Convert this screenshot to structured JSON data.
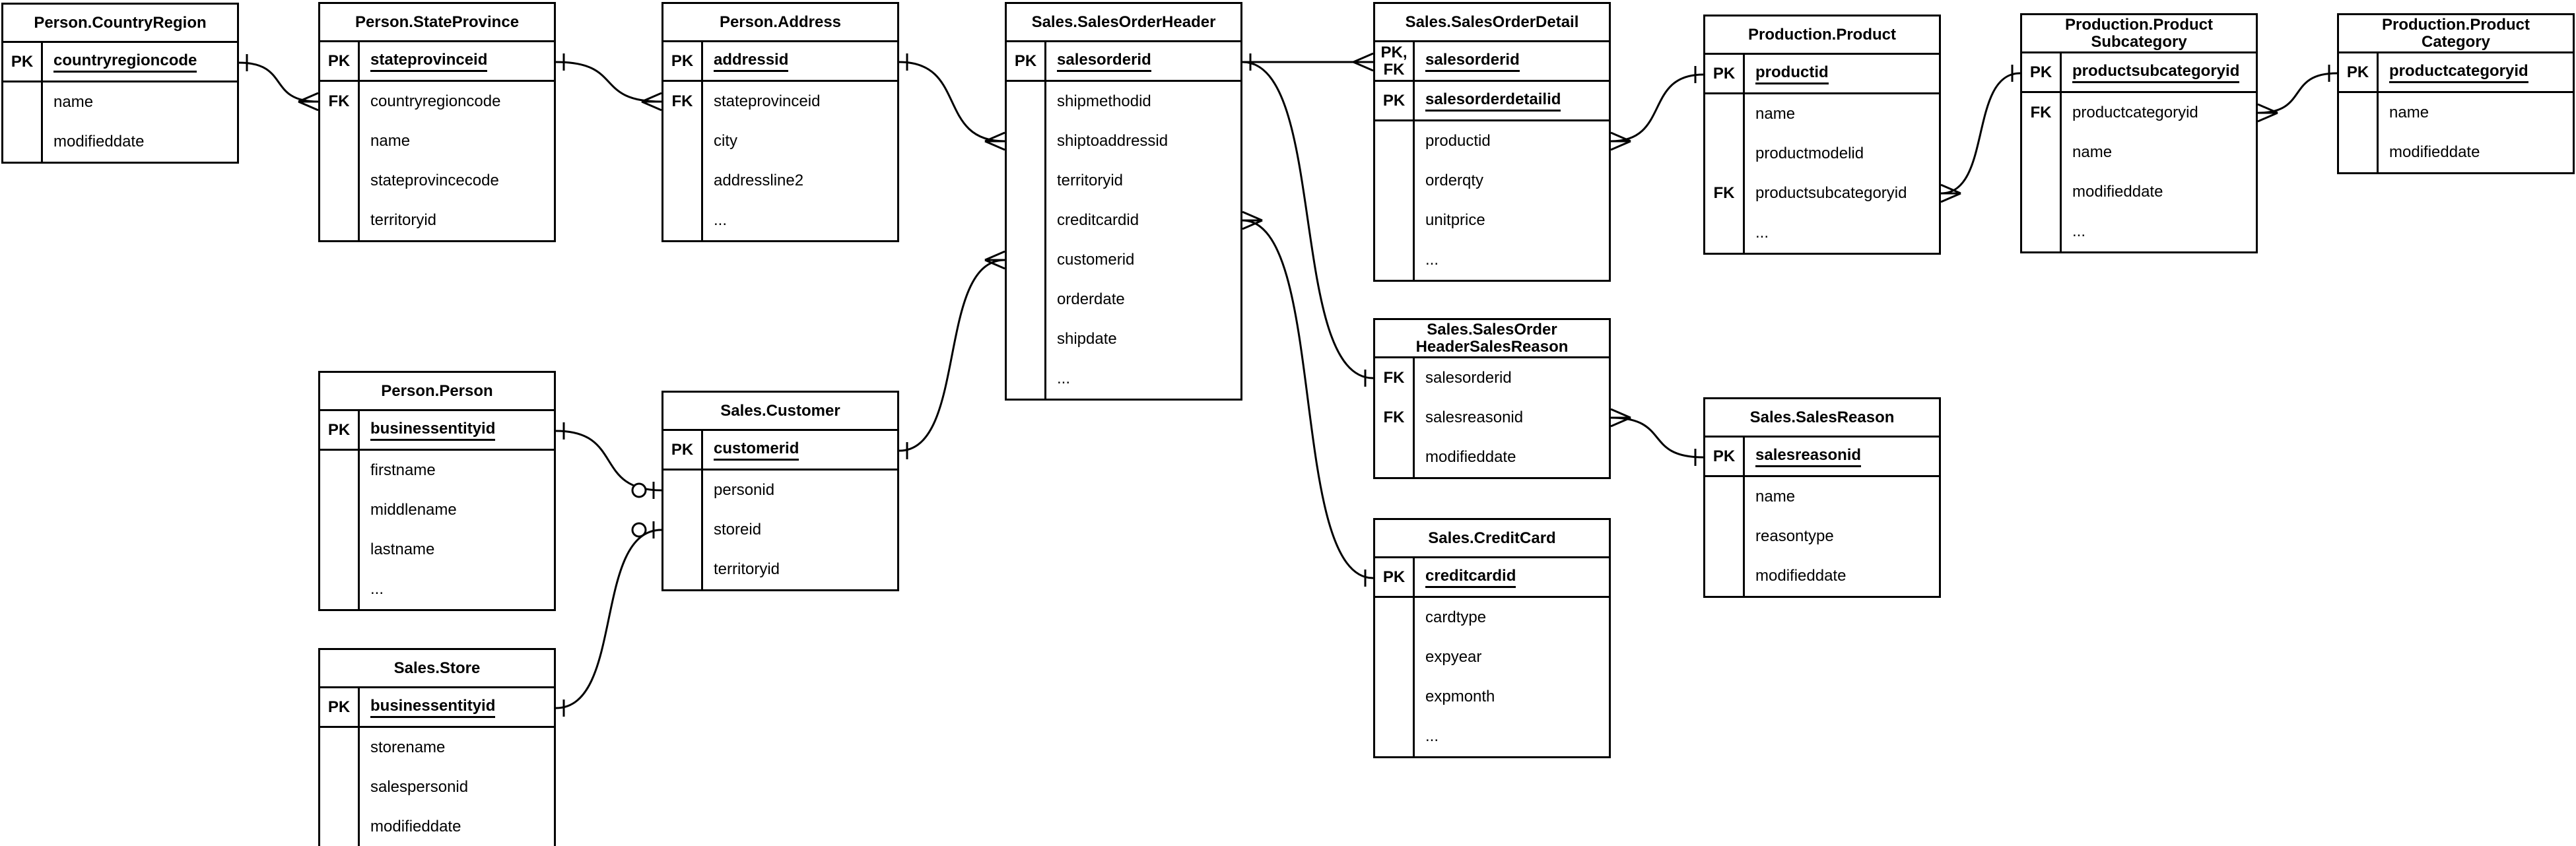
{
  "canvas": {
    "background_color": "#ffffff",
    "line_color": "#000000",
    "text_color": "#000000"
  },
  "diagram": {
    "tables": [
      {
        "id": "countryregion",
        "title": "Person.CountryRegion",
        "rows": [
          {
            "key": "PK",
            "name": "countryregioncode",
            "pk": true
          },
          {
            "key": "",
            "name": "name"
          },
          {
            "key": "",
            "name": "modifieddate"
          }
        ]
      },
      {
        "id": "stateprovince",
        "title": "Person.StateProvince",
        "rows": [
          {
            "key": "PK",
            "name": "stateprovinceid",
            "pk": true
          },
          {
            "key": "FK",
            "name": "countryregioncode"
          },
          {
            "key": "",
            "name": "name"
          },
          {
            "key": "",
            "name": "stateprovincecode"
          },
          {
            "key": "",
            "name": "territoryid"
          }
        ]
      },
      {
        "id": "address",
        "title": "Person.Address",
        "rows": [
          {
            "key": "PK",
            "name": "addressid",
            "pk": true
          },
          {
            "key": "FK",
            "name": "stateprovinceid"
          },
          {
            "key": "",
            "name": "city"
          },
          {
            "key": "",
            "name": "addressline2"
          },
          {
            "key": "",
            "name": "..."
          }
        ]
      },
      {
        "id": "salesorderheader",
        "title": "Sales.SalesOrderHeader",
        "rows": [
          {
            "key": "PK",
            "name": "salesorderid",
            "pk": true
          },
          {
            "key": "",
            "name": "shipmethodid"
          },
          {
            "key": "",
            "name": "shiptoaddressid"
          },
          {
            "key": "",
            "name": "territoryid"
          },
          {
            "key": "",
            "name": "creditcardid"
          },
          {
            "key": "",
            "name": "customerid"
          },
          {
            "key": "",
            "name": "orderdate"
          },
          {
            "key": "",
            "name": "shipdate"
          },
          {
            "key": "",
            "name": "..."
          }
        ]
      },
      {
        "id": "salesorderdetail",
        "title": "Sales.SalesOrderDetail",
        "rows": [
          {
            "key": "PK,\nFK",
            "name": "salesorderid",
            "pk": true
          },
          {
            "key": "PK",
            "name": "salesorderdetailid",
            "pk": true
          },
          {
            "key": "",
            "name": "productid"
          },
          {
            "key": "",
            "name": "orderqty"
          },
          {
            "key": "",
            "name": "unitprice"
          },
          {
            "key": "",
            "name": "..."
          }
        ]
      },
      {
        "id": "product",
        "title": "Production.Product",
        "rows": [
          {
            "key": "PK",
            "name": "productid",
            "pk": true
          },
          {
            "key": "",
            "name": "name"
          },
          {
            "key": "",
            "name": "productmodelid"
          },
          {
            "key": "FK",
            "name": "productsubcategoryid"
          },
          {
            "key": "",
            "name": "..."
          }
        ]
      },
      {
        "id": "productsubcategory",
        "title": "Production.Product\nSubcategory",
        "rows": [
          {
            "key": "PK",
            "name": "productsubcategoryid",
            "pk": true
          },
          {
            "key": "FK",
            "name": "productcategoryid"
          },
          {
            "key": "",
            "name": "name"
          },
          {
            "key": "",
            "name": "modifieddate"
          },
          {
            "key": "",
            "name": "..."
          }
        ]
      },
      {
        "id": "productcategory",
        "title": "Production.Product\nCategory",
        "rows": [
          {
            "key": "PK",
            "name": "productcategoryid",
            "pk": true
          },
          {
            "key": "",
            "name": "name"
          },
          {
            "key": "",
            "name": "modifieddate"
          }
        ]
      },
      {
        "id": "salesorderheadersalesreason",
        "title": "Sales.SalesOrder\nHeaderSalesReason",
        "rows": [
          {
            "key": "FK",
            "name": "salesorderid"
          },
          {
            "key": "FK",
            "name": "salesreasonid"
          },
          {
            "key": "",
            "name": "modifieddate"
          }
        ]
      },
      {
        "id": "salesreason",
        "title": "Sales.SalesReason",
        "rows": [
          {
            "key": "PK",
            "name": "salesreasonid",
            "pk": true
          },
          {
            "key": "",
            "name": "name"
          },
          {
            "key": "",
            "name": "reasontype"
          },
          {
            "key": "",
            "name": "modifieddate"
          }
        ]
      },
      {
        "id": "creditcard",
        "title": "Sales.CreditCard",
        "rows": [
          {
            "key": "PK",
            "name": "creditcardid",
            "pk": true
          },
          {
            "key": "",
            "name": "cardtype"
          },
          {
            "key": "",
            "name": "expyear"
          },
          {
            "key": "",
            "name": "expmonth"
          },
          {
            "key": "",
            "name": "..."
          }
        ]
      },
      {
        "id": "person",
        "title": "Person.Person",
        "rows": [
          {
            "key": "PK",
            "name": "businessentityid",
            "pk": true
          },
          {
            "key": "",
            "name": "firstname"
          },
          {
            "key": "",
            "name": "middlename"
          },
          {
            "key": "",
            "name": "lastname"
          },
          {
            "key": "",
            "name": "..."
          }
        ]
      },
      {
        "id": "customer",
        "title": "Sales.Customer",
        "rows": [
          {
            "key": "PK",
            "name": "customerid",
            "pk": true
          },
          {
            "key": "",
            "name": "personid"
          },
          {
            "key": "",
            "name": "storeid"
          },
          {
            "key": "",
            "name": "territoryid"
          }
        ]
      },
      {
        "id": "store",
        "title": "Sales.Store",
        "rows": [
          {
            "key": "PK",
            "name": "businessentityid",
            "pk": true
          },
          {
            "key": "",
            "name": "storename"
          },
          {
            "key": "",
            "name": "salespersonid"
          },
          {
            "key": "",
            "name": "modifieddate"
          }
        ]
      }
    ],
    "relationships": [
      {
        "from": {
          "table": "countryregion",
          "row": "countryregioncode",
          "side": "right",
          "cardinality": "one"
        },
        "to": {
          "table": "stateprovince",
          "row": "countryregioncode",
          "side": "left",
          "cardinality": "many"
        }
      },
      {
        "from": {
          "table": "stateprovince",
          "row": "stateprovinceid",
          "side": "right",
          "cardinality": "one"
        },
        "to": {
          "table": "address",
          "row": "stateprovinceid",
          "side": "left",
          "cardinality": "many"
        }
      },
      {
        "from": {
          "table": "address",
          "row": "addressid",
          "side": "right",
          "cardinality": "one"
        },
        "to": {
          "table": "salesorderheader",
          "row": "shiptoaddressid",
          "side": "left",
          "cardinality": "many"
        }
      },
      {
        "from": {
          "table": "salesorderheader",
          "row": "salesorderid",
          "side": "right",
          "cardinality": "one"
        },
        "to": {
          "table": "salesorderdetail",
          "row": "salesorderid",
          "side": "left",
          "cardinality": "many"
        }
      },
      {
        "from": {
          "table": "salesorderheader",
          "row": "salesorderid",
          "side": "right",
          "cardinality": "one"
        },
        "to": {
          "table": "salesorderheadersalesreason",
          "row": "salesorderid",
          "side": "left",
          "cardinality": "one"
        }
      },
      {
        "from": {
          "table": "salesorderheadersalesreason",
          "row": "salesreasonid",
          "side": "right",
          "cardinality": "many"
        },
        "to": {
          "table": "salesreason",
          "row": "salesreasonid",
          "side": "left",
          "cardinality": "one"
        }
      },
      {
        "from": {
          "table": "salesorderheader",
          "row": "creditcardid",
          "side": "right",
          "cardinality": "many"
        },
        "to": {
          "table": "creditcard",
          "row": "creditcardid",
          "side": "left",
          "cardinality": "one"
        }
      },
      {
        "from": {
          "table": "salesorderheader",
          "row": "customerid",
          "side": "left",
          "cardinality": "many"
        },
        "to": {
          "table": "customer",
          "row": "customerid",
          "side": "right",
          "cardinality": "one"
        }
      },
      {
        "from": {
          "table": "salesorderdetail",
          "row": "productid",
          "side": "right",
          "cardinality": "many"
        },
        "to": {
          "table": "product",
          "row": "productid",
          "side": "left",
          "cardinality": "one"
        }
      },
      {
        "from": {
          "table": "product",
          "row": "productsubcategoryid",
          "side": "right",
          "cardinality": "many"
        },
        "to": {
          "table": "productsubcategory",
          "row": "productsubcategoryid",
          "side": "left",
          "cardinality": "one"
        }
      },
      {
        "from": {
          "table": "productsubcategory",
          "row": "productcategoryid",
          "side": "right",
          "cardinality": "many"
        },
        "to": {
          "table": "productcategory",
          "row": "productcategoryid",
          "side": "left",
          "cardinality": "one"
        }
      },
      {
        "from": {
          "table": "person",
          "row": "businessentityid",
          "side": "right",
          "cardinality": "one"
        },
        "to": {
          "table": "customer",
          "row": "personid",
          "side": "left",
          "cardinality": "zero-one"
        }
      },
      {
        "from": {
          "table": "store",
          "row": "businessentityid",
          "side": "right",
          "cardinality": "one"
        },
        "to": {
          "table": "customer",
          "row": "storeid",
          "side": "left",
          "cardinality": "zero-one"
        }
      }
    ]
  }
}
